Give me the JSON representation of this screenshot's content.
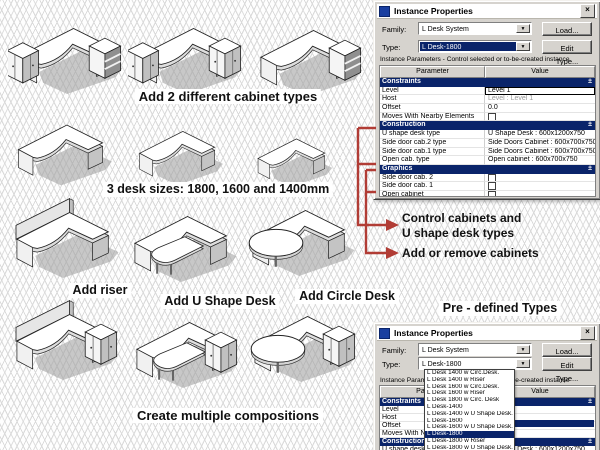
{
  "captions": {
    "row1": "Add 2 different cabinet types",
    "row2": "3 desk sizes: 1800, 1600 and 1400mm",
    "row3a": "Add riser",
    "row3b": "Add U Shape Desk",
    "row3c": "Add Circle Desk",
    "row4": "Create multiple compositions",
    "predefined": "Pre - defined Types"
  },
  "callouts": {
    "line1": "Control cabinets and",
    "line2": "U shape desk types",
    "line3": "Add or remove cabinets",
    "arrow_color": "#b13c35"
  },
  "dialog1": {
    "title": "Instance Properties",
    "family_label": "Family:",
    "family_value": "L Desk System",
    "type_label": "Type:",
    "type_value": "L Desk-1800",
    "load_button": "Load...",
    "edit_type_button": "Edit Type...",
    "close_glyph": "×",
    "subtitle": "Instance Parameters - Control selected or to-be-created instance",
    "col_param": "Parameter",
    "col_value": "Value",
    "rows": [
      {
        "param": "Constraints",
        "value": "±",
        "header": true
      },
      {
        "param": "Level",
        "value": "Level 1",
        "outlined": true
      },
      {
        "param": "Host",
        "value": "Level : Level 1",
        "dim": true
      },
      {
        "param": "Offset",
        "value": "0.0"
      },
      {
        "param": "Moves With Nearby Elements",
        "value": "",
        "checkbox": true
      },
      {
        "param": "Construction",
        "value": "±",
        "header": true
      },
      {
        "param": "U shape desk type",
        "value": "U Shape Desk : 600x1200x750"
      },
      {
        "param": "Side door cab.2 type",
        "value": "Side Doors Cabinet : 600x700x750"
      },
      {
        "param": "Side door cab.1 type",
        "value": "Side Doors Cabinet : 600x700x750"
      },
      {
        "param": "Open cab. type",
        "value": "Open cabinet : 600x700x750"
      },
      {
        "param": "Graphics",
        "value": "±",
        "header": true
      },
      {
        "param": "Side door cab. 2",
        "value": "",
        "checkbox": true
      },
      {
        "param": "Side door cab. 1",
        "value": "",
        "checkbox": true
      },
      {
        "param": "Open cabinet",
        "value": "",
        "checkbox": true
      },
      {
        "param": "",
        "value": "",
        "header": true
      }
    ]
  },
  "dialog2": {
    "title": "Instance Properties",
    "family_label": "Family:",
    "family_value": "L Desk System",
    "type_label": "Type:",
    "type_value": "L Desk-1800",
    "load_button": "Load...",
    "edit_type_button": "Edit Type...",
    "close_glyph": "×",
    "subtitle": "Instance Parameters - Control selected or to-be-created instance",
    "col_param": "Parameter",
    "col_value": "Value",
    "rows": [
      {
        "param": "Constraints",
        "value": "±",
        "header": true
      },
      {
        "param": "Level",
        "value": ""
      },
      {
        "param": "Host",
        "value": "",
        "dim": true
      },
      {
        "param": "Offset",
        "value": ""
      },
      {
        "param": "Moves With Nearby Elements",
        "value": "",
        "checkbox": true
      },
      {
        "param": "Construction",
        "value": "±",
        "header": true
      },
      {
        "param": "U shape desk type",
        "value": "U Shape Desk : 600x1200x750"
      }
    ],
    "dropdown_items": [
      {
        "label": "L Desk 1400 w Circ.Desk."
      },
      {
        "label": "L Desk 1400 w Riser"
      },
      {
        "label": "L Desk 1600 w Circ.Desk."
      },
      {
        "label": "L Desk 1600 w Riser"
      },
      {
        "label": "L Desk 1800 w Circ. Desk"
      },
      {
        "label": "L Desk-1400"
      },
      {
        "label": "L Desk-1400 w U Shape Desk."
      },
      {
        "label": "L Desk-1600"
      },
      {
        "label": "L Desk-1600 w U Shape Desk."
      },
      {
        "label": "L Desk-1800",
        "selected": true
      },
      {
        "label": "L Desk-1800 w Riser"
      },
      {
        "label": "L Desk-1800 w U Shape Desk."
      }
    ]
  }
}
